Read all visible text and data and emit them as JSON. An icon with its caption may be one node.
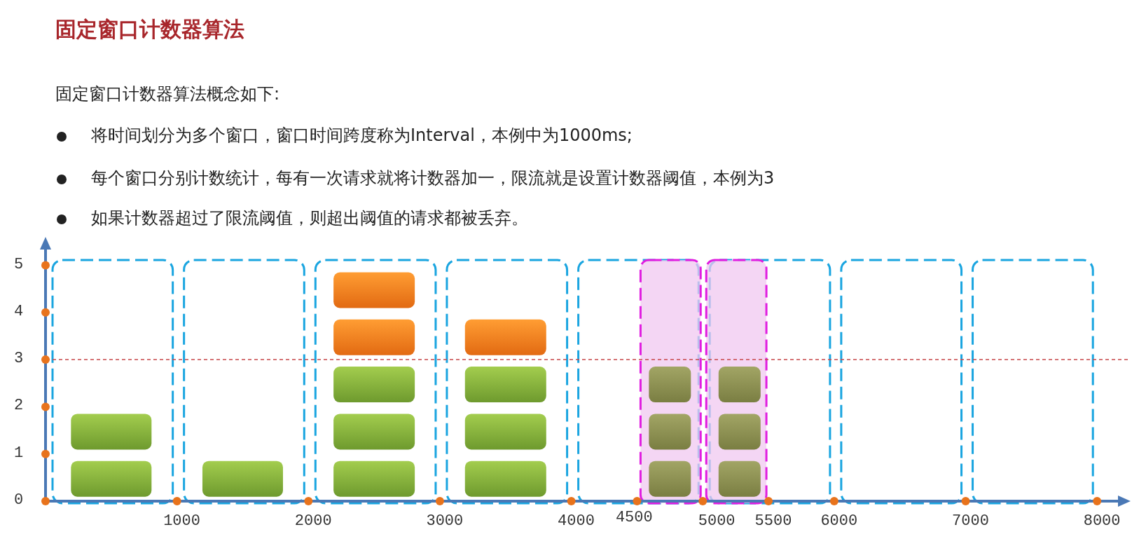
{
  "diagram": {
    "title": "固定窗口计数器算法",
    "labels": [
      "固定窗口计数器算法概念如下:",
      "将时间划分为多个窗口，窗口时间跨度称为Interval，本例中为1000ms;",
      "每个窗口分别计数统计，每有一次请求就将计数器加一，限流就是设置计数器阈值，本例为3",
      "如果计数器超过了限流阈值，则超出阈值的请求都被丢弃。",
      "5",
      "4",
      "3",
      "2",
      "1",
      "0",
      "1000",
      "2000",
      "3000",
      "4000",
      "4500",
      "5000",
      "5500",
      "6000",
      "7000",
      "8000"
    ]
  }
}
